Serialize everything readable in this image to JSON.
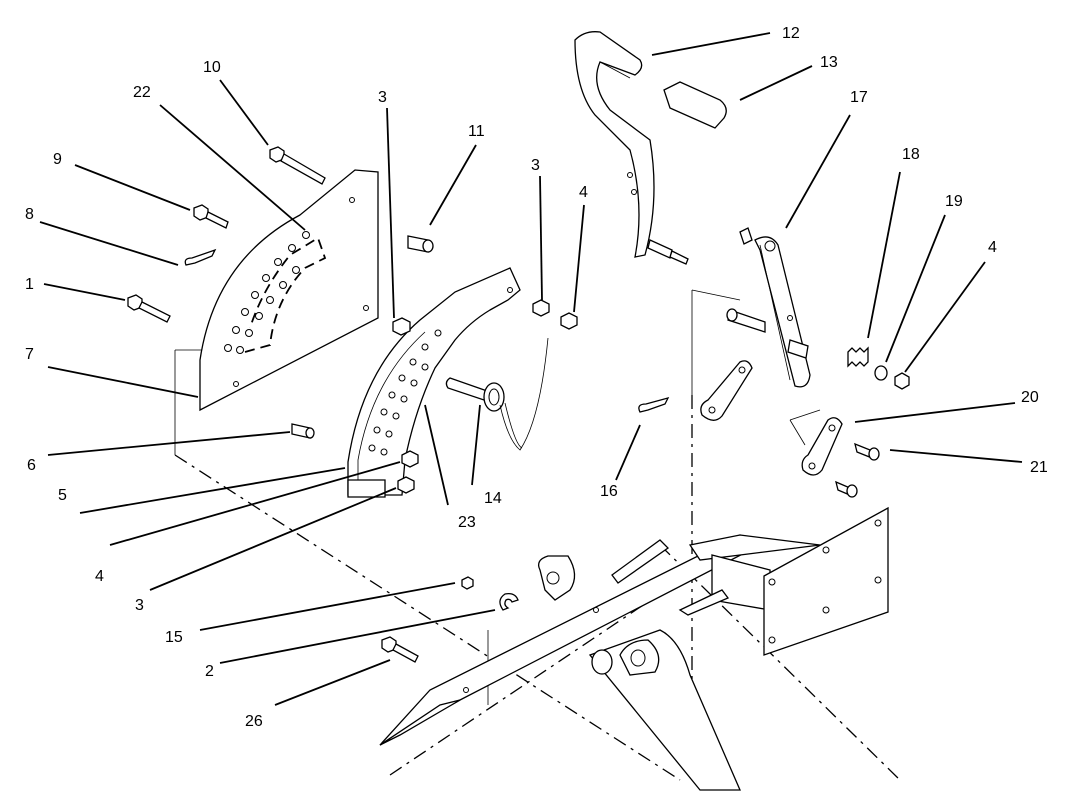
{
  "callouts": [
    "1",
    "2",
    "3",
    "4",
    "5",
    "6",
    "7",
    "8",
    "9",
    "10",
    "11",
    "12",
    "13",
    "14",
    "15",
    "16",
    "17",
    "18",
    "19",
    "20",
    "21",
    "22",
    "23",
    "26"
  ]
}
